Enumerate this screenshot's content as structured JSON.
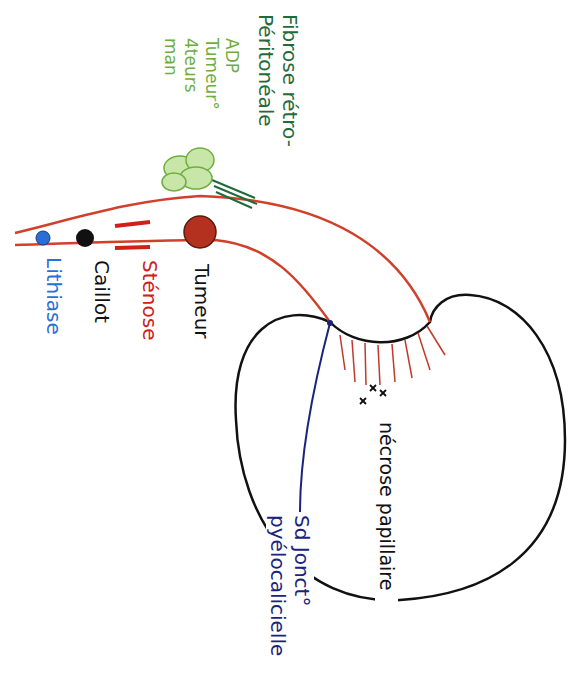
{
  "diagram": {
    "labels": [
      "Fibrose rétro- Péritonéale",
      "ADP Tumeur° 4teurs man",
      "Tumeur",
      "Sténose",
      "Caillot",
      "Lithiase",
      "nécrose papillaire",
      "Sd Jonct° pyélocalicielle"
    ]
  }
}
